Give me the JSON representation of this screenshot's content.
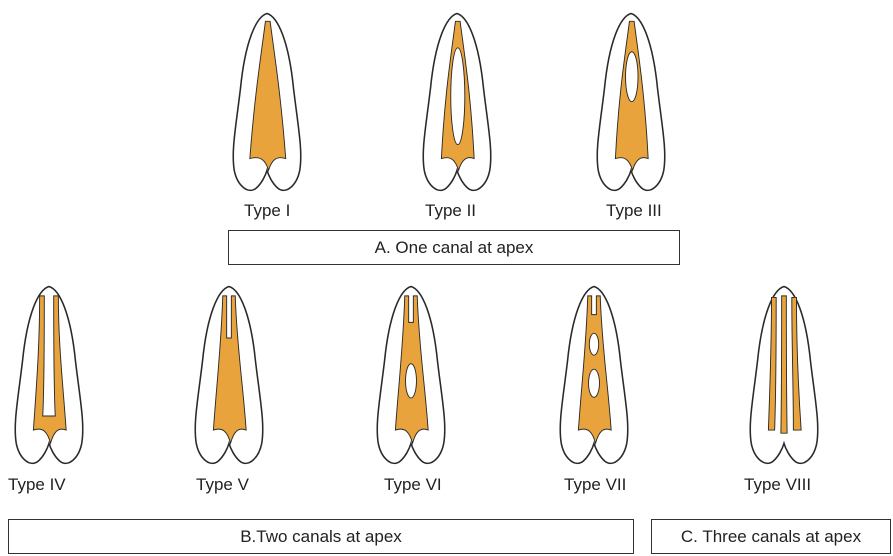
{
  "colors": {
    "pulp": "#E8A33C",
    "tooth_fill": "#FFFFFF",
    "tooth_outline": "#2A2A2A"
  },
  "teeth": [
    {
      "label": "Type I"
    },
    {
      "label": "Type II"
    },
    {
      "label": "Type III"
    },
    {
      "label": "Type IV"
    },
    {
      "label": "Type V"
    },
    {
      "label": "Type VI"
    },
    {
      "label": "Type VII"
    },
    {
      "label": "Type VIII"
    }
  ],
  "groups": [
    {
      "label": "A. One canal at apex"
    },
    {
      "label": "B.Two canals at apex"
    },
    {
      "label": "C. Three canals at apex"
    }
  ]
}
